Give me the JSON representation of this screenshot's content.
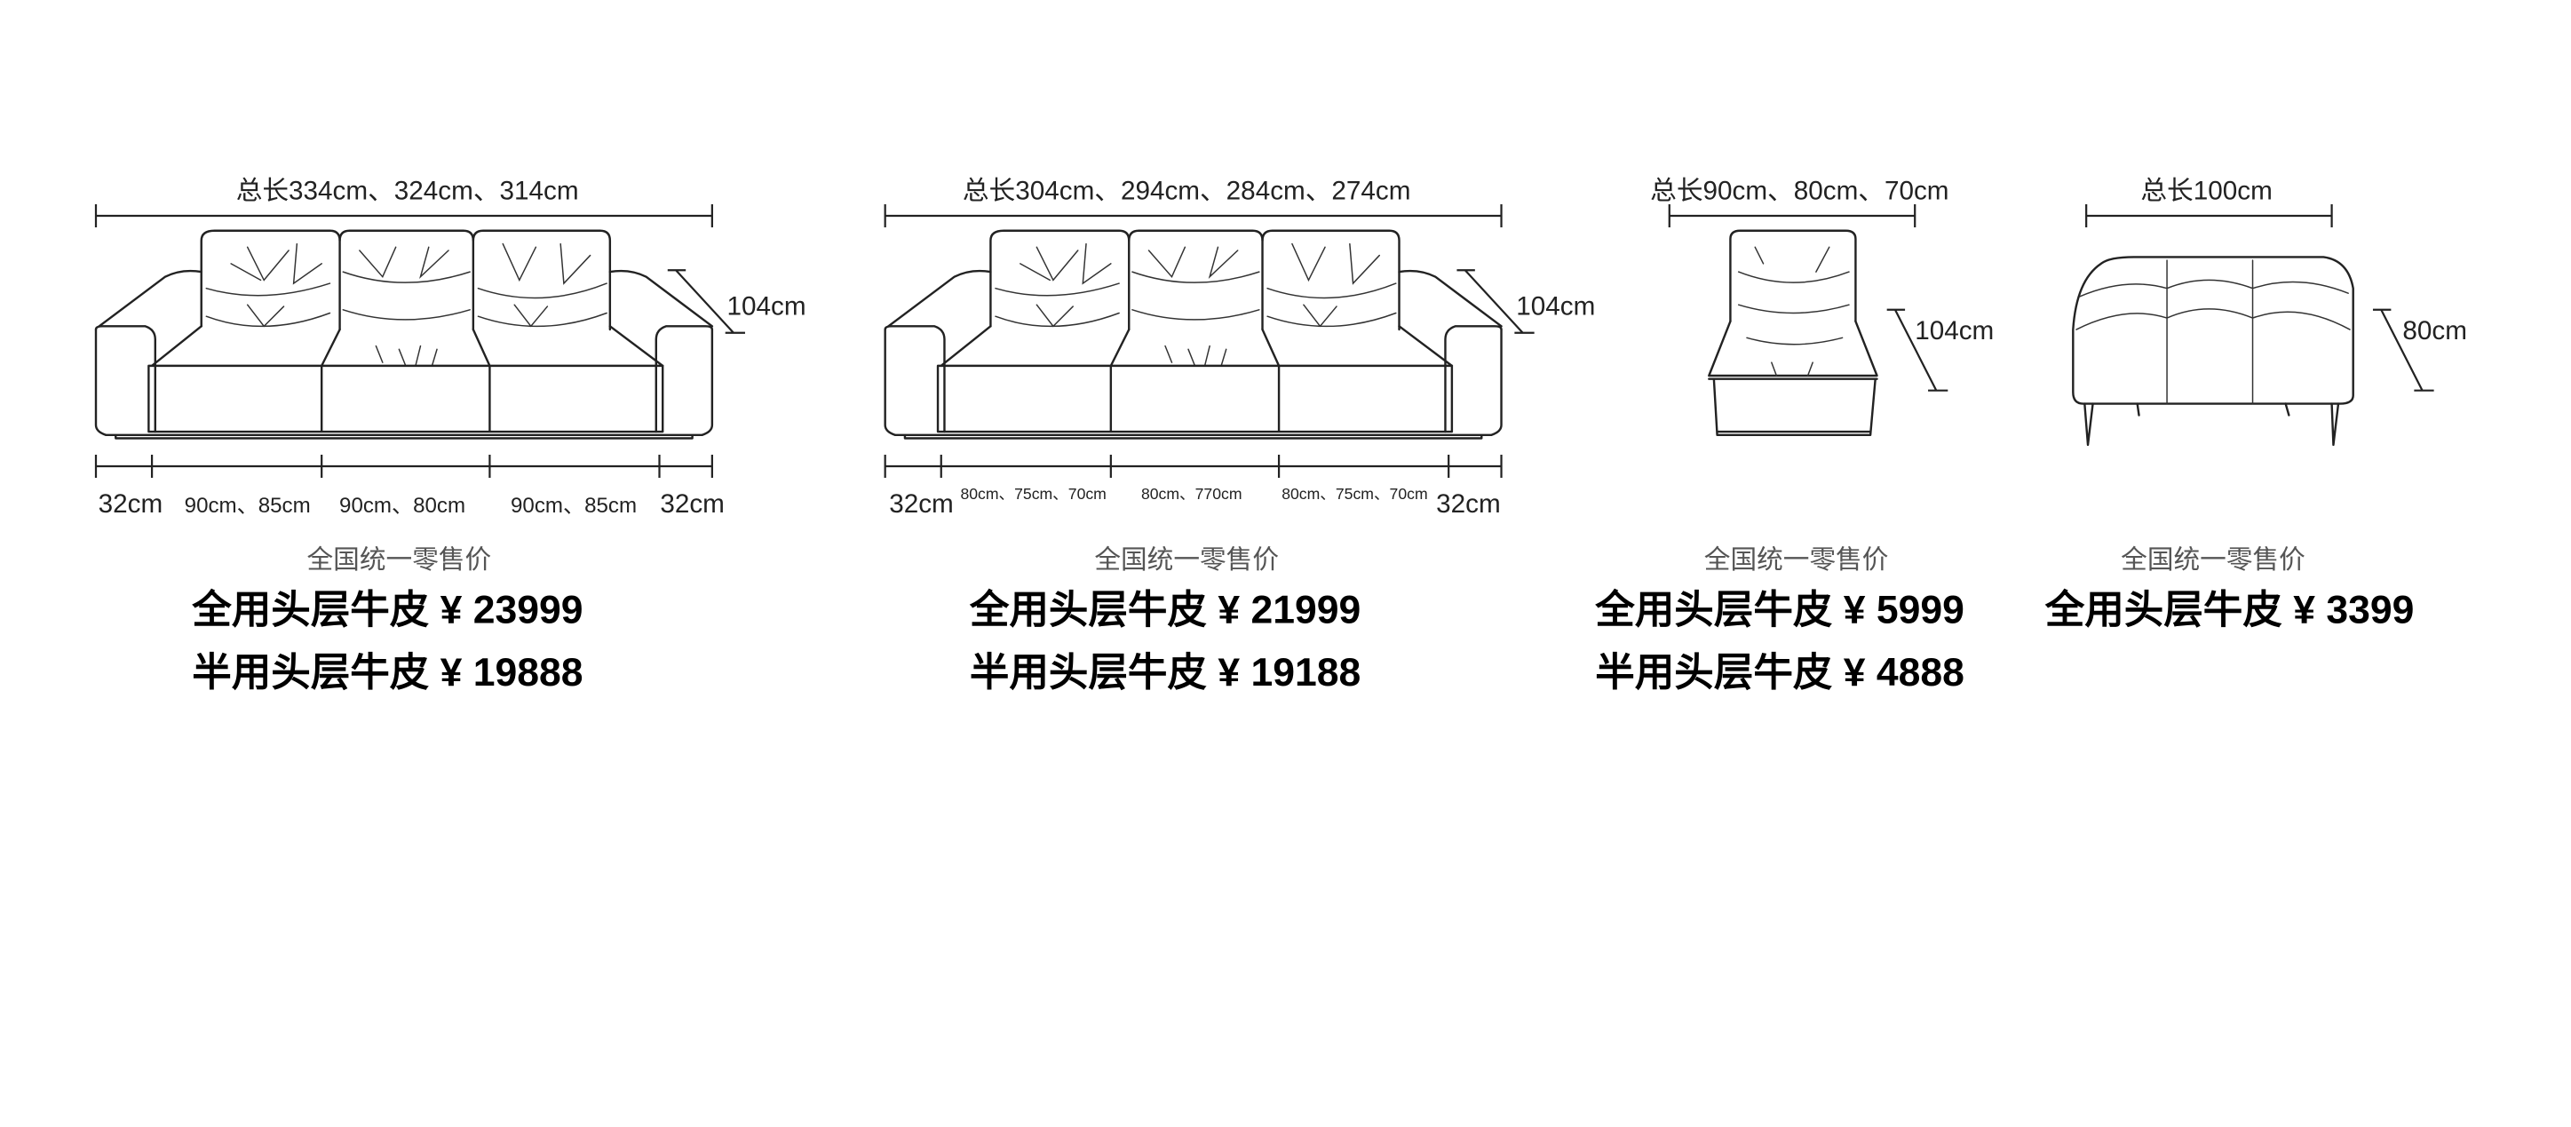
{
  "products": [
    {
      "name": "three-seat-sofa-a",
      "total_length": "总长334cm、324cm、314cm",
      "segments": [
        "32cm",
        "90cm、85cm",
        "90cm、80cm",
        "90cm、85cm",
        "32cm"
      ],
      "height": "104cm",
      "price_note": "全国统一零售价",
      "prices": [
        "全用头层牛皮 ¥ 23999",
        "半用头层牛皮 ¥ 19888"
      ]
    },
    {
      "name": "three-seat-sofa-b",
      "total_length": "总长304cm、294cm、284cm、274cm",
      "segments": [
        "32cm",
        "80cm、75cm、70cm",
        "80cm、770cm",
        "80cm、75cm、70cm",
        "32cm"
      ],
      "height": "104cm",
      "price_note": "全国统一零售价",
      "prices": [
        "全用头层牛皮 ¥ 21999",
        "半用头层牛皮 ¥ 19188"
      ]
    },
    {
      "name": "single-seat",
      "total_length": "总长90cm、80cm、70cm",
      "height": "104cm",
      "price_note": "全国统一零售价",
      "prices": [
        "全用头层牛皮 ¥ 5999",
        "半用头层牛皮 ¥ 4888"
      ]
    },
    {
      "name": "ottoman",
      "total_length": "总长100cm",
      "height": "80cm",
      "price_note": "全国统一零售价",
      "prices": [
        "全用头层牛皮 ¥ 3399"
      ]
    }
  ]
}
